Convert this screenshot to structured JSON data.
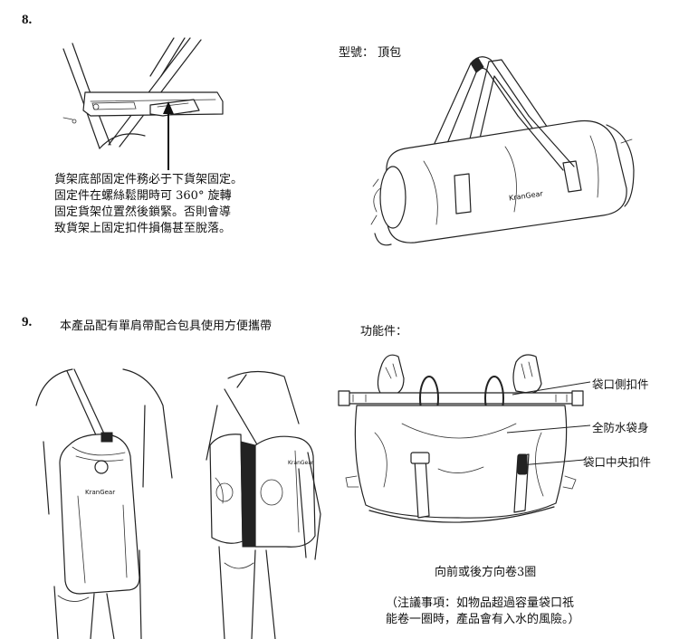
{
  "section8": {
    "number": "8.",
    "note_lines": [
      "貨架底部固定件務必于下貨架固定。",
      "固定件在螺絲鬆開時可 360°  旋轉",
      "固定貨架位置然後鎖緊。否則會導",
      "致貨架上固定扣件損傷甚至脫落。"
    ],
    "model_label": "型號：  頂包",
    "brand_text": "KranGear"
  },
  "section9": {
    "number": "9.",
    "intro": "本產品配有單肩帶配合包具使用方便攜帶",
    "features_title": "功能件：",
    "labels": {
      "side_buckle": "袋口側扣件",
      "waterproof_body": "全防水袋身",
      "center_buckle": "袋口中央扣件"
    },
    "roll_instruction": "向前或後方向卷3圈",
    "caution_lines": [
      "（注議事項：如物品超過容量袋口祇",
      "能卷一圈時，產品會有入水的風險。）"
    ],
    "brand_text": "KranGear"
  }
}
